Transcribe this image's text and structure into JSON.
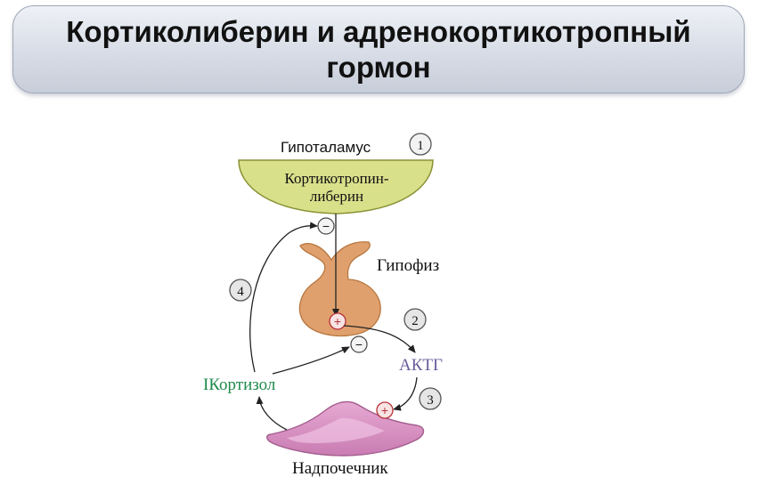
{
  "title": {
    "line1": "Кортиколиберин и адренокортикотропный",
    "line2": "гормон"
  },
  "diagram": {
    "hypothalamus_label": "Гипоталамус",
    "hypothalamus_text_line1": "Кортикотропин-",
    "hypothalamus_text_line2": "либерин",
    "pituitary_label": "Гипофиз",
    "acth_label": "АКТГ",
    "cortisol_label": "Кортизол",
    "adrenal_label": "Надпочечник",
    "steps": [
      "1",
      "2",
      "3",
      "4"
    ],
    "signs": {
      "plus": "+",
      "minus": "−"
    }
  },
  "colors": {
    "hypothalamus_fill": "#d9e08a",
    "pituitary_fill": "#e0a06e",
    "adrenal_fill": "#d98fc3",
    "acth_text": "#6a5a9a",
    "cortisol_text": "#1f8a4c",
    "plus_color": "#b8323a"
  }
}
